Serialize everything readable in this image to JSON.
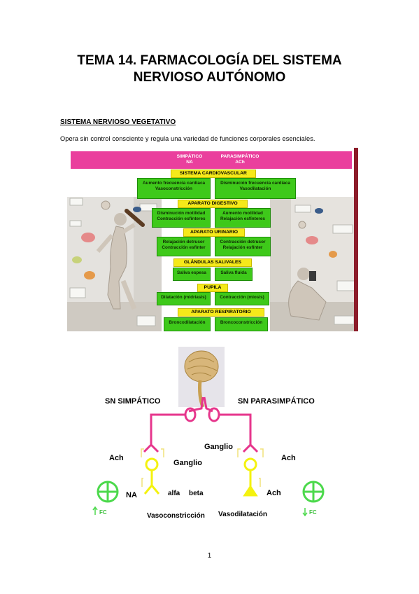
{
  "document": {
    "title_line1": "TEMA 14. FARMACOLOGÍA DEL SISTEMA",
    "title_line2": "NERVIOSO AUTÓNOMO",
    "section_heading": "SISTEMA NERVIOSO VEGETATIVO",
    "intro_text": "Opera sin control consciente y regula una variedad de funciones corporales esenciales.",
    "page_number": "1"
  },
  "chart_figure": {
    "header_left": [
      "SIMPÁTICO",
      "NA"
    ],
    "header_right": [
      "PARASIMPÁTICO",
      "ACh"
    ],
    "categories": [
      {
        "name": "SISTEMA CARDIOVASCULAR",
        "sympathetic": [
          "Aumento frecuencia cardiaca",
          "Vasoconstricción"
        ],
        "parasympathetic": [
          "Disminución frecuencia cardiaca",
          "Vasodilatación"
        ]
      },
      {
        "name": "APARATO DIGESTIVO",
        "sympathetic": [
          "Disminución motilidad",
          "Contracción esfínteres"
        ],
        "parasympathetic": [
          "Aumento motilidad",
          "Relajación esfínteres"
        ]
      },
      {
        "name": "APARATO URINARIO",
        "sympathetic": [
          "Relajación detrusor",
          "Contracción esfínter"
        ],
        "parasympathetic": [
          "Contracción detrusor",
          "Relajación esfínter"
        ]
      },
      {
        "name": "GLÁNDULAS SALIVALES",
        "sympathetic": [
          "Saliva espesa"
        ],
        "parasympathetic": [
          "Saliva fluida"
        ]
      },
      {
        "name": "PUPILA",
        "sympathetic": [
          "Dilatación (midriasis)"
        ],
        "parasympathetic": [
          "Contracción (miosis)"
        ]
      },
      {
        "name": "APARATO RESPIRATORIO",
        "sympathetic": [
          "Broncodilatación"
        ],
        "parasympathetic": [
          "Broncoconstricción"
        ]
      }
    ],
    "colors": {
      "magenta": "#ea3f9d",
      "yellow": "#f5e91a",
      "green": "#3ec91a"
    }
  },
  "diagram": {
    "label_simpatico": "SN SIMPÁTICO",
    "label_parasimpatico": "SN PARASIMPÁTICO",
    "label_ganglio_left": "Ganglio",
    "label_ganglio_right": "Ganglio",
    "label_ach_left": "Ach",
    "label_ach_right_top": "Ach",
    "label_ach_right_bottom": "Ach",
    "label_na": "NA",
    "label_alfa": "alfa",
    "label_beta": "beta",
    "label_vasoconstriccion": "Vasoconstricción",
    "label_vasodilatacion": "Vasodilatación",
    "label_fc_left": "FC",
    "label_fc_right": "FC",
    "colors": {
      "pink": "#e6368c",
      "yellow": "#f4f20f",
      "green": "#4cd94c"
    }
  }
}
